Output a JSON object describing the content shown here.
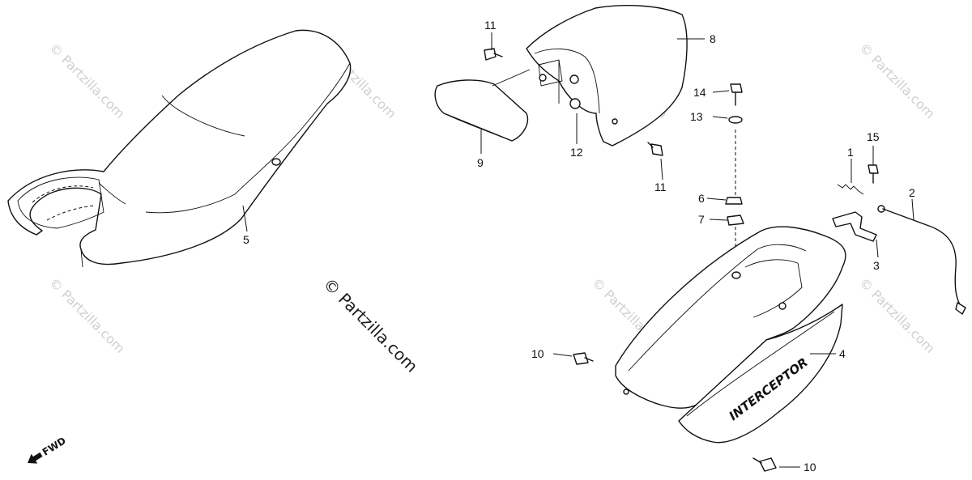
{
  "watermark": {
    "main": "© Partzilla.com",
    "faint": "© Partzilla.com"
  },
  "direction_indicator": {
    "label": "FWD"
  },
  "tail_cowl_lettering": "INTERCEPTOR",
  "callouts": [
    "1",
    "2",
    "3",
    "4",
    "5",
    "6",
    "7",
    "8",
    "9",
    "10",
    "10",
    "11",
    "11",
    "12",
    "13",
    "14",
    "15"
  ],
  "colors": {
    "ink": "#111111",
    "watermark": "#cfcfcf",
    "background": "#ffffff"
  }
}
